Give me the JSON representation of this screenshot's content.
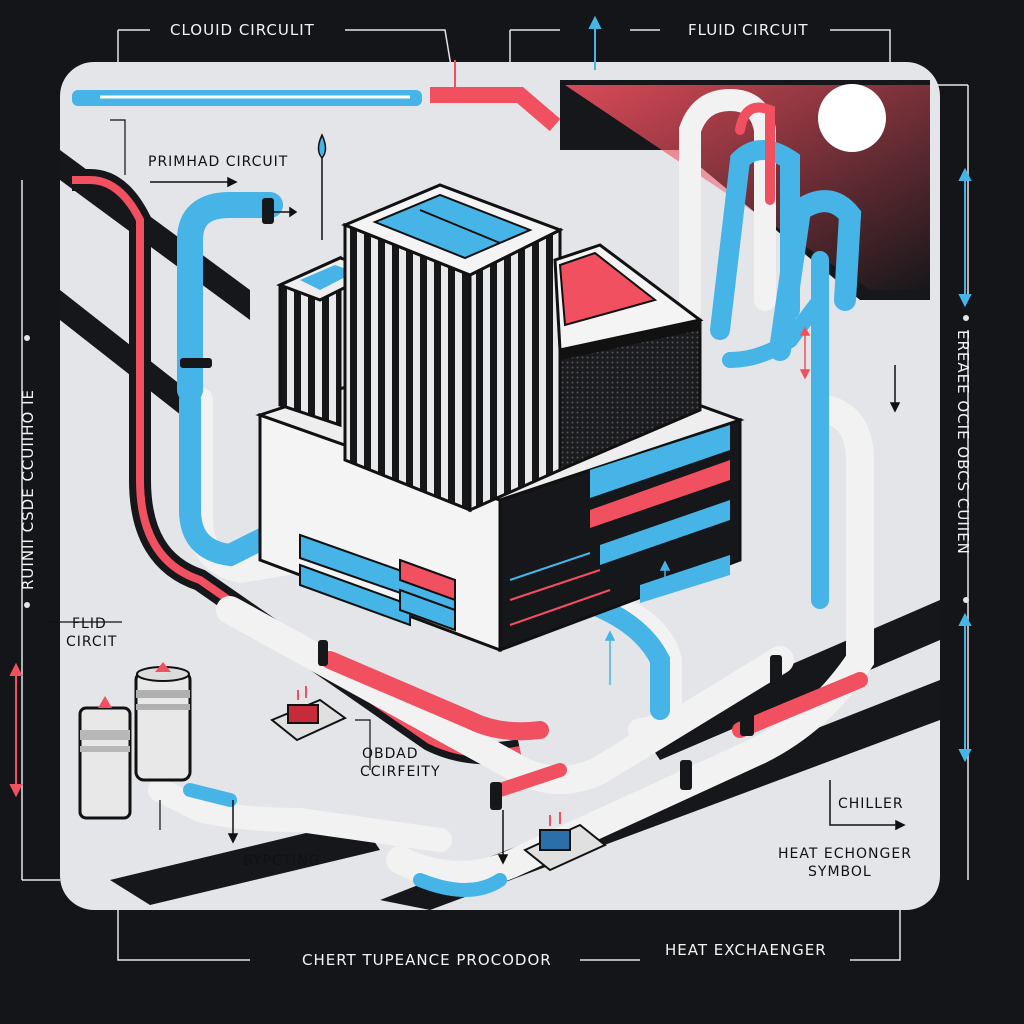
{
  "colors": {
    "background": "#141518",
    "panel": "#e3e5e8",
    "coolant_blue": "#46b4e6",
    "hot_red": "#f0505f",
    "ink": "#111111",
    "pipe_white": "#f2f2f2"
  },
  "labels": {
    "top_left": "CLOUID CIRCULIT",
    "top_right": "FLUID CIRCUIT",
    "primary": "PRIMHAD CIRCUIT",
    "fluid_left_1": "FLID",
    "fluid_left_2": "CIRCIT",
    "left_vertical": "RUINII CSDE CCUIIHO IE",
    "right_vertical": "EREAEE OCIE OBCS CUIIEN",
    "capacity_1": "OBDAD",
    "capacity_2": "CCIRFEITY",
    "bypassing": "BYPCTING",
    "chiller": "CHILLER",
    "hx_symbol_1": "HEAT ECHONGER",
    "hx_symbol_2": "SYMBOL",
    "bottom_left": "CHERT TUPEANCE PROCODOR",
    "bottom_right": "HEAT EXCHAENGER"
  }
}
